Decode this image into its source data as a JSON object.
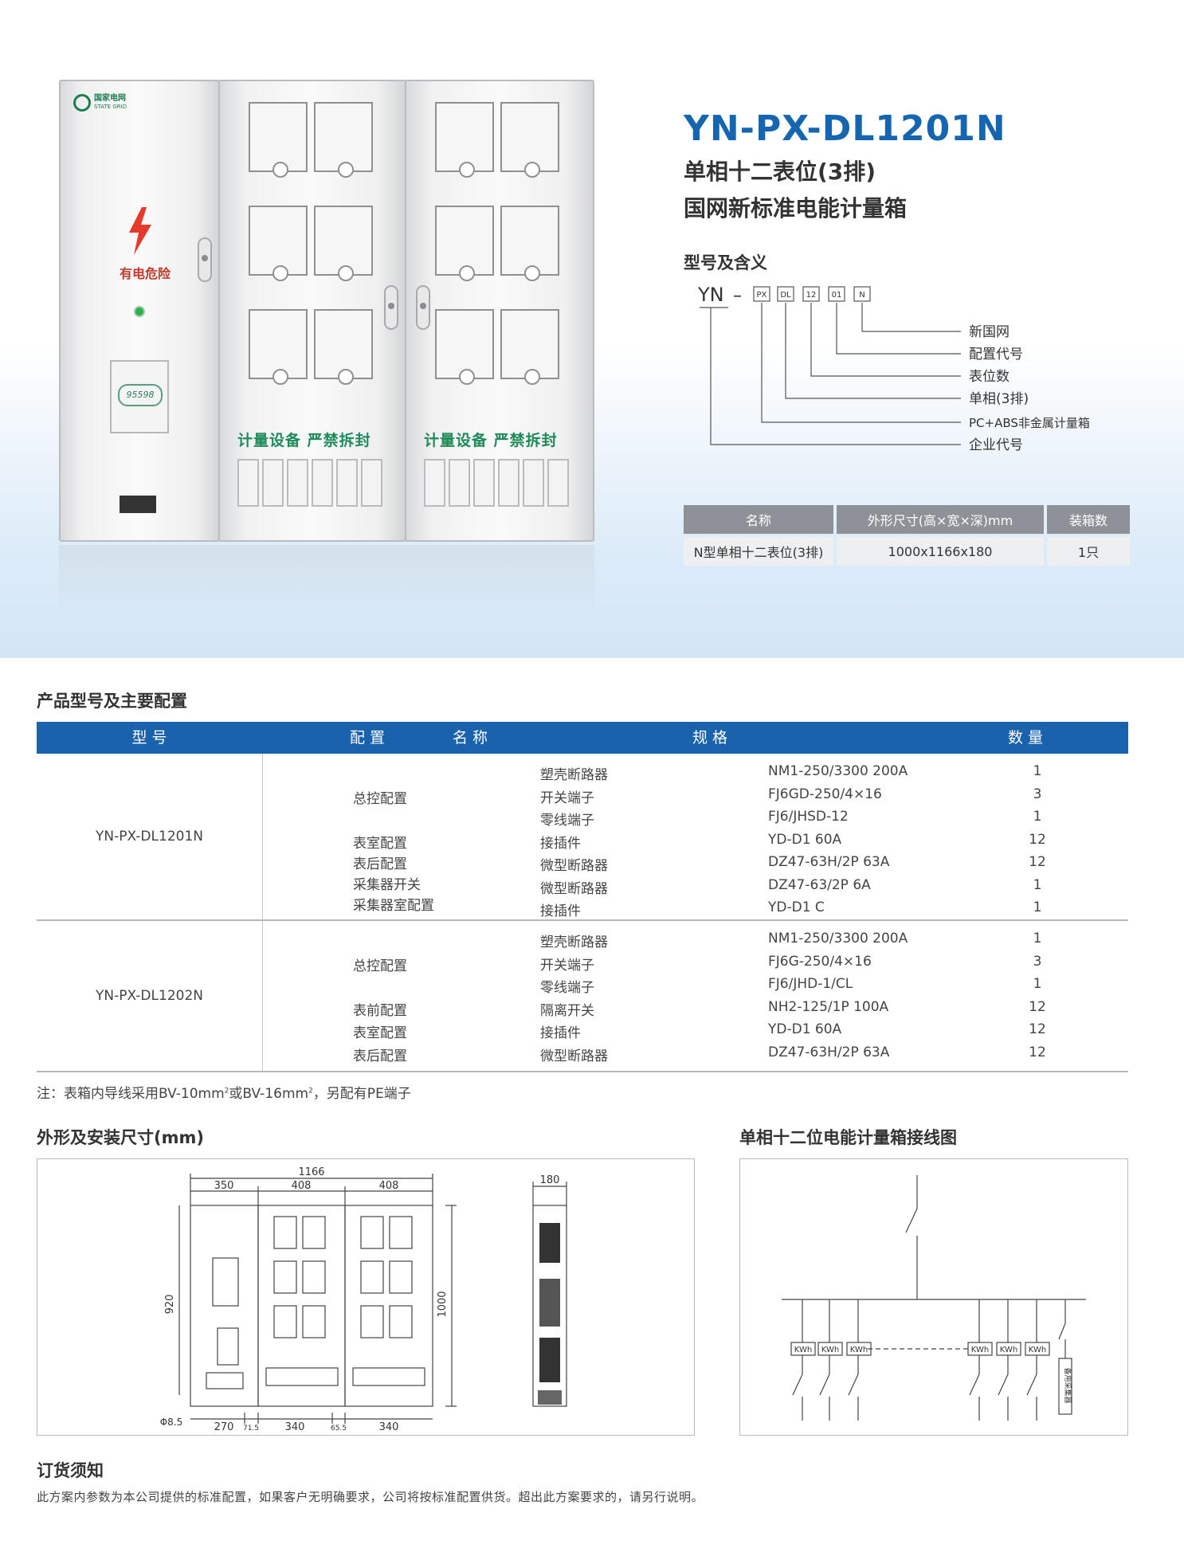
{
  "hero": {
    "logo_cn": "国家电网",
    "logo_en": "STATE GRID",
    "danger_text": "有电危险",
    "display_text": "95598",
    "seal_text": "计量设备 严禁拆封",
    "model_title": "YN-PX-DL1201N",
    "subtitle_1": "单相十二表位(3排)",
    "subtitle_2": "国网新标准电能计量箱"
  },
  "meaning": {
    "title": "型号及含义",
    "prefix": "YN",
    "dash": "–",
    "codes": [
      "PX",
      "DL",
      "12",
      "01",
      "N"
    ],
    "labels": [
      "新国网",
      "配置代号",
      "表位数",
      "单相(3排)",
      "PC+ABS非金属计量箱",
      "企业代号"
    ]
  },
  "spec_table": {
    "headers": [
      "名称",
      "外形尺寸(高×宽×深)mm",
      "装箱数"
    ],
    "row": [
      "N型单相十二表位(3排)",
      "1000x1166x180",
      "1只"
    ]
  },
  "config": {
    "title": "产品型号及主要配置",
    "headers": [
      "型 号",
      "配 置",
      "名 称",
      "规 格",
      "数 量"
    ],
    "blocks": [
      {
        "model": "YN-PX-DL1201N",
        "configs": [
          "总控配置",
          "表室配置",
          "表后配置",
          "采集器开关",
          "采集器室配置"
        ],
        "items": [
          {
            "name": "塑壳断路器",
            "spec": "NM1-250/3300 200A",
            "qty": "1"
          },
          {
            "name": "开关端子",
            "spec": "FJ6GD-250/4×16",
            "qty": "3"
          },
          {
            "name": "零线端子",
            "spec": "FJ6/JHSD-12",
            "qty": "1"
          },
          {
            "name": "接插件",
            "spec": "YD-D1 60A",
            "qty": "12"
          },
          {
            "name": "微型断路器",
            "spec": "DZ47-63H/2P 63A",
            "qty": "12"
          },
          {
            "name": "微型断路器",
            "spec": "DZ47-63/2P 6A",
            "qty": "1"
          },
          {
            "name": "接插件",
            "spec": "YD-D1 C",
            "qty": "1"
          }
        ]
      },
      {
        "model": "YN-PX-DL1202N",
        "configs": [
          "总控配置",
          "表前配置",
          "表室配置",
          "表后配置"
        ],
        "items": [
          {
            "name": "塑壳断路器",
            "spec": "NM1-250/3300 200A",
            "qty": "1"
          },
          {
            "name": "开关端子",
            "spec": "FJ6G-250/4×16",
            "qty": "3"
          },
          {
            "name": "零线端子",
            "spec": "FJ6/JHD-1/CL",
            "qty": "1"
          },
          {
            "name": "隔离开关",
            "spec": "NH2-125/1P 100A",
            "qty": "12"
          },
          {
            "name": "接插件",
            "spec": "YD-D1 60A",
            "qty": "12"
          },
          {
            "name": "微型断路器",
            "spec": "DZ47-63H/2P 63A",
            "qty": "12"
          }
        ]
      }
    ]
  },
  "note": {
    "p1": "注：表箱内导线采用BV-10mm",
    "sup1": "2",
    "p2": "或BV-16mm",
    "sup2": "2",
    "p3": "，另配有PE端子"
  },
  "dimensions": {
    "title": "外形及安装尺寸(mm)",
    "total_width": "1166",
    "widths": [
      "350",
      "408",
      "408"
    ],
    "height_total": "1000",
    "height_inner": "920",
    "bottom": [
      "270",
      "71.5",
      "340",
      "65.5",
      "340"
    ],
    "depth": "180",
    "hole": "Φ8.5"
  },
  "wiring": {
    "title": "单相十二位电能计量箱接线图",
    "meter_label": "KWh",
    "collector_label": "备用采集器"
  },
  "order": {
    "title": "订货须知",
    "text": "此方案内参数为本公司提供的标准配置，如果客户无明确要求，公司将按标准配置供货。超出此方案要求的，请另行说明。"
  }
}
